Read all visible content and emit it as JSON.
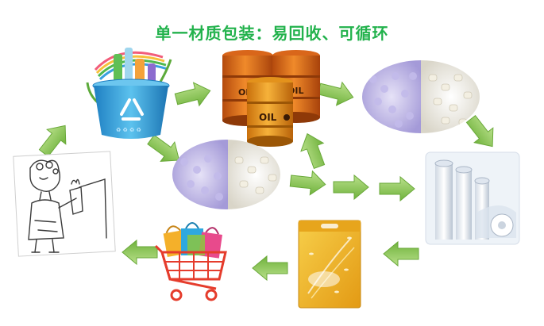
{
  "title": "单一材质包装：易回收、可循环",
  "labels": {
    "oil_drum": "OIL"
  },
  "colors": {
    "title_green": "#22b24c",
    "arrow_green": "#8fca54",
    "drum_orange": "#e8731d",
    "bin_blue": "#2f9fd8",
    "pouch_gold": "#f2b928",
    "cart_red": "#e53c2c"
  },
  "flow": [
    "person",
    "recycle-bin",
    "oil-drums",
    "pellets-top",
    "film-rolls",
    "packaging-pouch",
    "shopping-cart",
    "person"
  ]
}
